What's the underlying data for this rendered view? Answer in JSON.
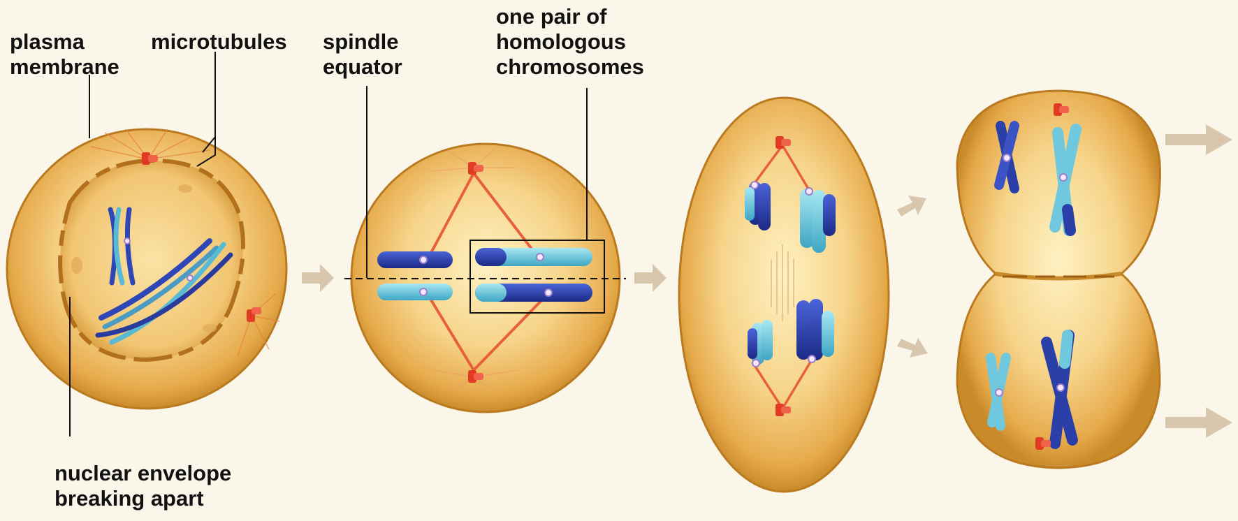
{
  "labels": {
    "plasma_membrane": [
      "plasma",
      "membrane"
    ],
    "microtubules": "microtubules",
    "spindle_equator": [
      "spindle",
      "equator"
    ],
    "homologous_pair": [
      "one pair of",
      "homologous",
      "chromosomes"
    ],
    "nuclear_envelope": [
      "nuclear envelope",
      "breaking apart"
    ]
  },
  "colors": {
    "background": "#fbf6ea",
    "cell_fill": "#f2c26a",
    "cell_rim": "#c98a2a",
    "chromosome_dark": "#2b3fa8",
    "chromosome_light": "#5ec2d8",
    "centriole": "#e23b24",
    "spindle_fiber": "#e8603a",
    "arrow": "#d9c7ad"
  },
  "icons": {
    "arrow": "right-arrow-icon",
    "centriole": "centriole-icon"
  }
}
